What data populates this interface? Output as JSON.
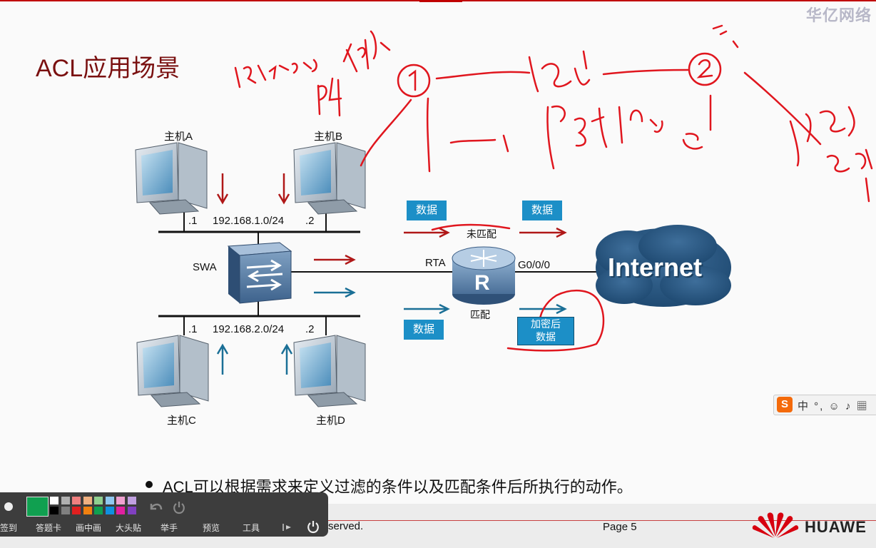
{
  "slide": {
    "title": "ACL应用场景",
    "watermark": "华亿网络"
  },
  "network": {
    "host_a": "主机A",
    "host_b": "主机B",
    "host_c": "主机C",
    "host_d": "主机D",
    "dot1_top": ".1",
    "dot2_top": ".2",
    "net_top": "192.168.1.0/24",
    "dot1_bottom": ".1",
    "dot2_bottom": ".2",
    "net_bottom": "192.168.2.0/24",
    "switch": "SWA",
    "router": "RTA",
    "router_port": "G0/0/0",
    "router_letter": "R",
    "internet": "Internet",
    "data_label": "数据",
    "unmatched": "未匹配",
    "matched": "匹配",
    "encrypted_line1": "加密后",
    "encrypted_line2": "数据"
  },
  "bullet": "ACL可以根据需求来定义过滤的条件以及匹配条件后所执行的动作。",
  "footer": {
    "served": "served.",
    "page": "Page 5",
    "brand": "HUAWE"
  },
  "toolbar": {
    "items": [
      "签到",
      "答题卡",
      "画中画",
      "大头贴",
      "举手",
      "预览",
      "工具"
    ],
    "active_color": "#10a050",
    "swatches_top": [
      "#ffffff",
      "#b0b0b0",
      "#f08080",
      "#f0b080",
      "#90d090",
      "#90c8f0",
      "#f0a0d0",
      "#c0a0e0"
    ],
    "swatches_bottom": [
      "#000000",
      "#808080",
      "#e02020",
      "#f08010",
      "#10a050",
      "#1090e0",
      "#e020a0",
      "#8040c0"
    ]
  },
  "ime": {
    "logo": "S",
    "text": "中 °, ☺ ♪ ▦"
  },
  "colors": {
    "red_arrow": "#b01818",
    "blue_arrow": "#1a6f96",
    "ink": "#e0161e",
    "title": "#7a1010"
  }
}
